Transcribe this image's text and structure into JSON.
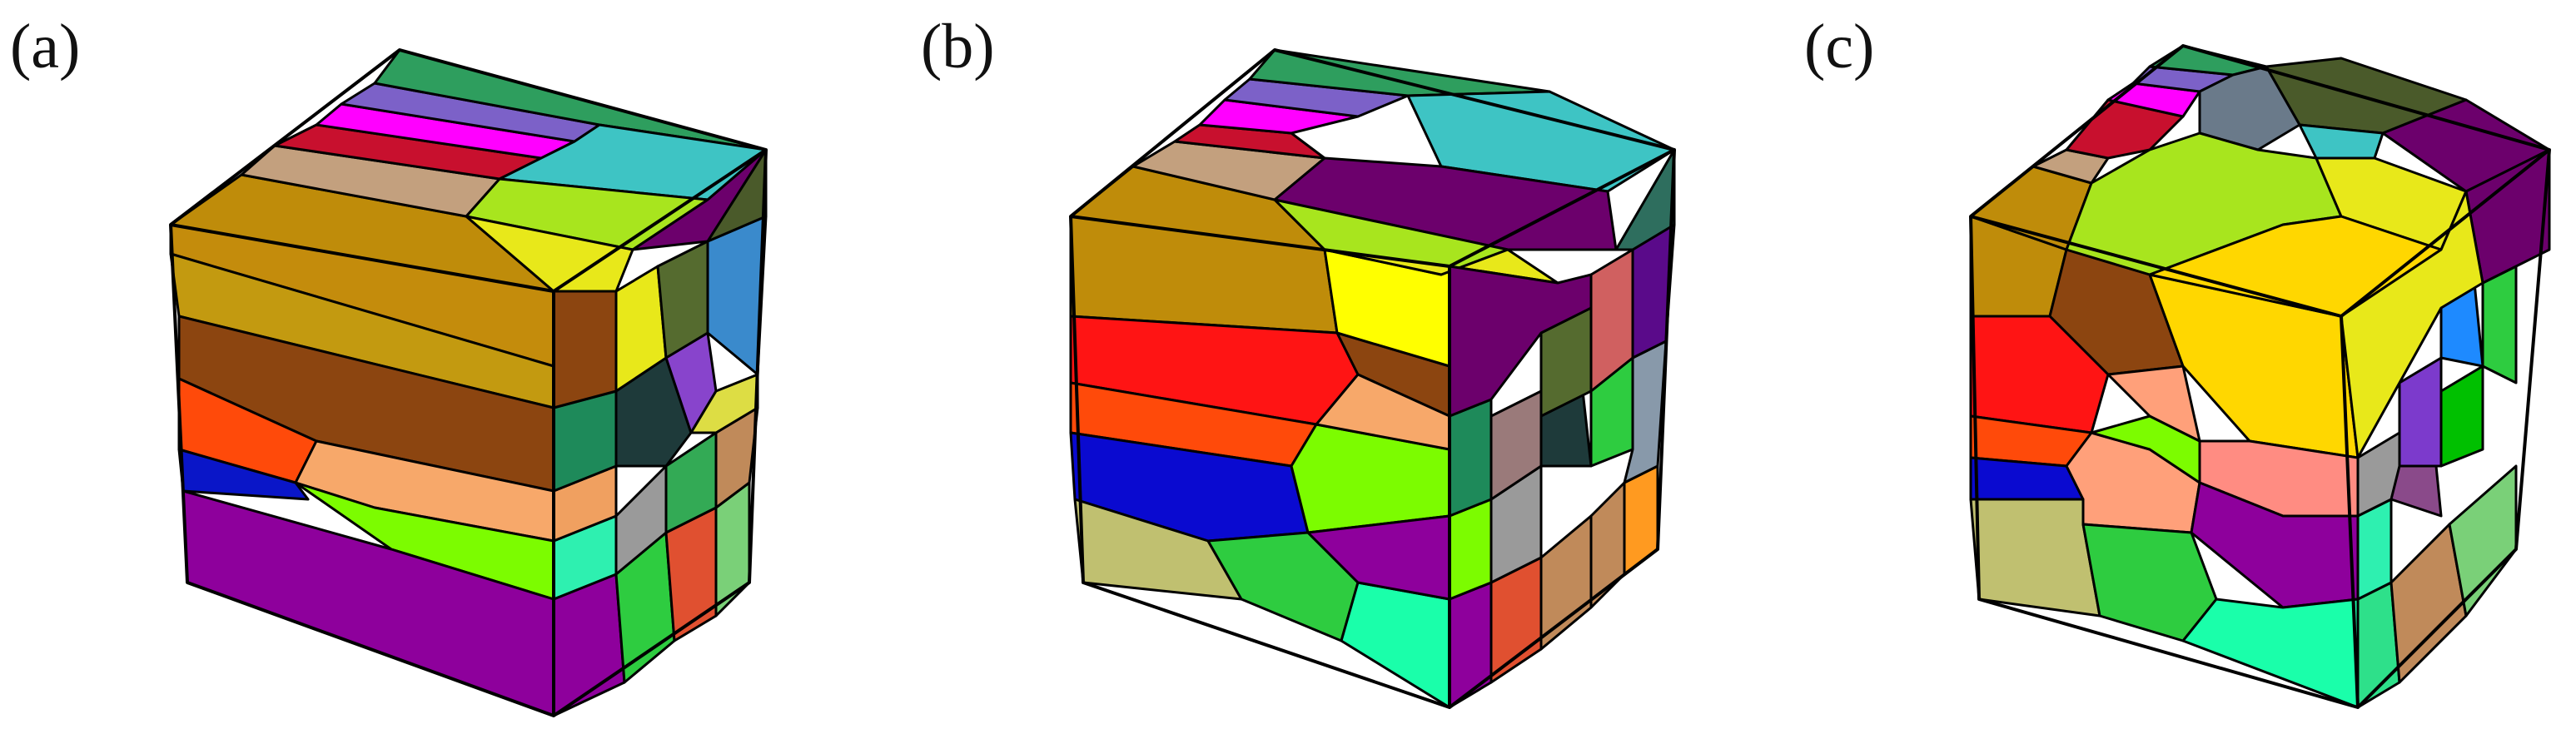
{
  "figure": {
    "panels": [
      {
        "id": "a",
        "label": "(a)"
      },
      {
        "id": "b",
        "label": "(b)"
      },
      {
        "id": "c",
        "label": "(c)"
      }
    ]
  }
}
